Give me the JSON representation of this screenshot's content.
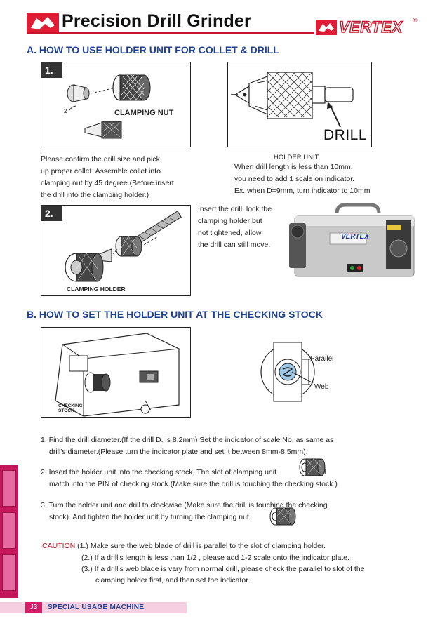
{
  "header": {
    "title": "Precision Drill Grinder",
    "brand": "VERTEX",
    "registered": "®"
  },
  "section_a": {
    "title": "A. HOW TO USE HOLDER UNIT FOR COLLET & DRILL",
    "step1": {
      "badge": "1.",
      "label": "CLAMPING NUT",
      "text": [
        "Please confirm the drill size and pick",
        "up proper collet. Assemble collet into",
        "clamping nut by 45 degree.(Before insert",
        "the drill into the clamping holder.)"
      ]
    },
    "holder": {
      "label": "DRILL",
      "caption": "HOLDER UNIT",
      "text": [
        "When drill length is less than 10mm,",
        "you need to add 1 scale on indicator.",
        "Ex. when D=9mm, turn indicator to 10mm"
      ]
    },
    "step2": {
      "badge": "2.",
      "label": "CLAMPING HOLDER",
      "text": [
        "Insert the drill, lock the",
        "clamping holder but",
        "not tightened, allow",
        "the drill can still move."
      ]
    },
    "machine_brand": "VERTEX"
  },
  "section_b": {
    "title": "B. HOW TO SET THE HOLDER UNIT AT THE CHECKING STOCK",
    "checking_stock_label": [
      "CHECKING",
      "STOCK"
    ],
    "parallel_label": "Parallel",
    "web_label": "Web",
    "steps": [
      {
        "line1": "1. Find the drill diameter.(If the drill D. is 8.2mm) Set the indicator of scale No. as same as",
        "line2": "drill's diameter.(Please turn the indicator plate and set it between 8mm-8.5mm)."
      },
      {
        "line1a": "2. Insert the holder unit into the checking stock, The slot of clamping unit",
        "line1b": "will",
        "line2": "match into the PIN of checking stock.(Make sure the drill is touching the checking stock.)"
      },
      {
        "line1": "3. Turn the holder unit and drill to clockwise (Make sure the drill is touching the checking",
        "line2": "stock). And tighten the holder unit by turning the clamping nut"
      }
    ],
    "caution": {
      "word": "CAUTION",
      "items": [
        "(1.) Make sure the web blade of drill is parallel to the slot of clamping holder.",
        "(2.) If a drill's length is less than 1/2 , please add 1-2 scale onto the indicator plate.",
        "(3.) If a drill's web blade is vary from normal drill, please check the parallel to slot of the"
      ],
      "item3_cont": "clamping holder first, and then set the indicator."
    }
  },
  "footer": {
    "page": "J3",
    "section": "SPECIAL USAGE MACHINE"
  },
  "colors": {
    "brand_red": "#e01d35",
    "title_blue": "#1f3f8f",
    "accent_pink": "#d21f67"
  }
}
